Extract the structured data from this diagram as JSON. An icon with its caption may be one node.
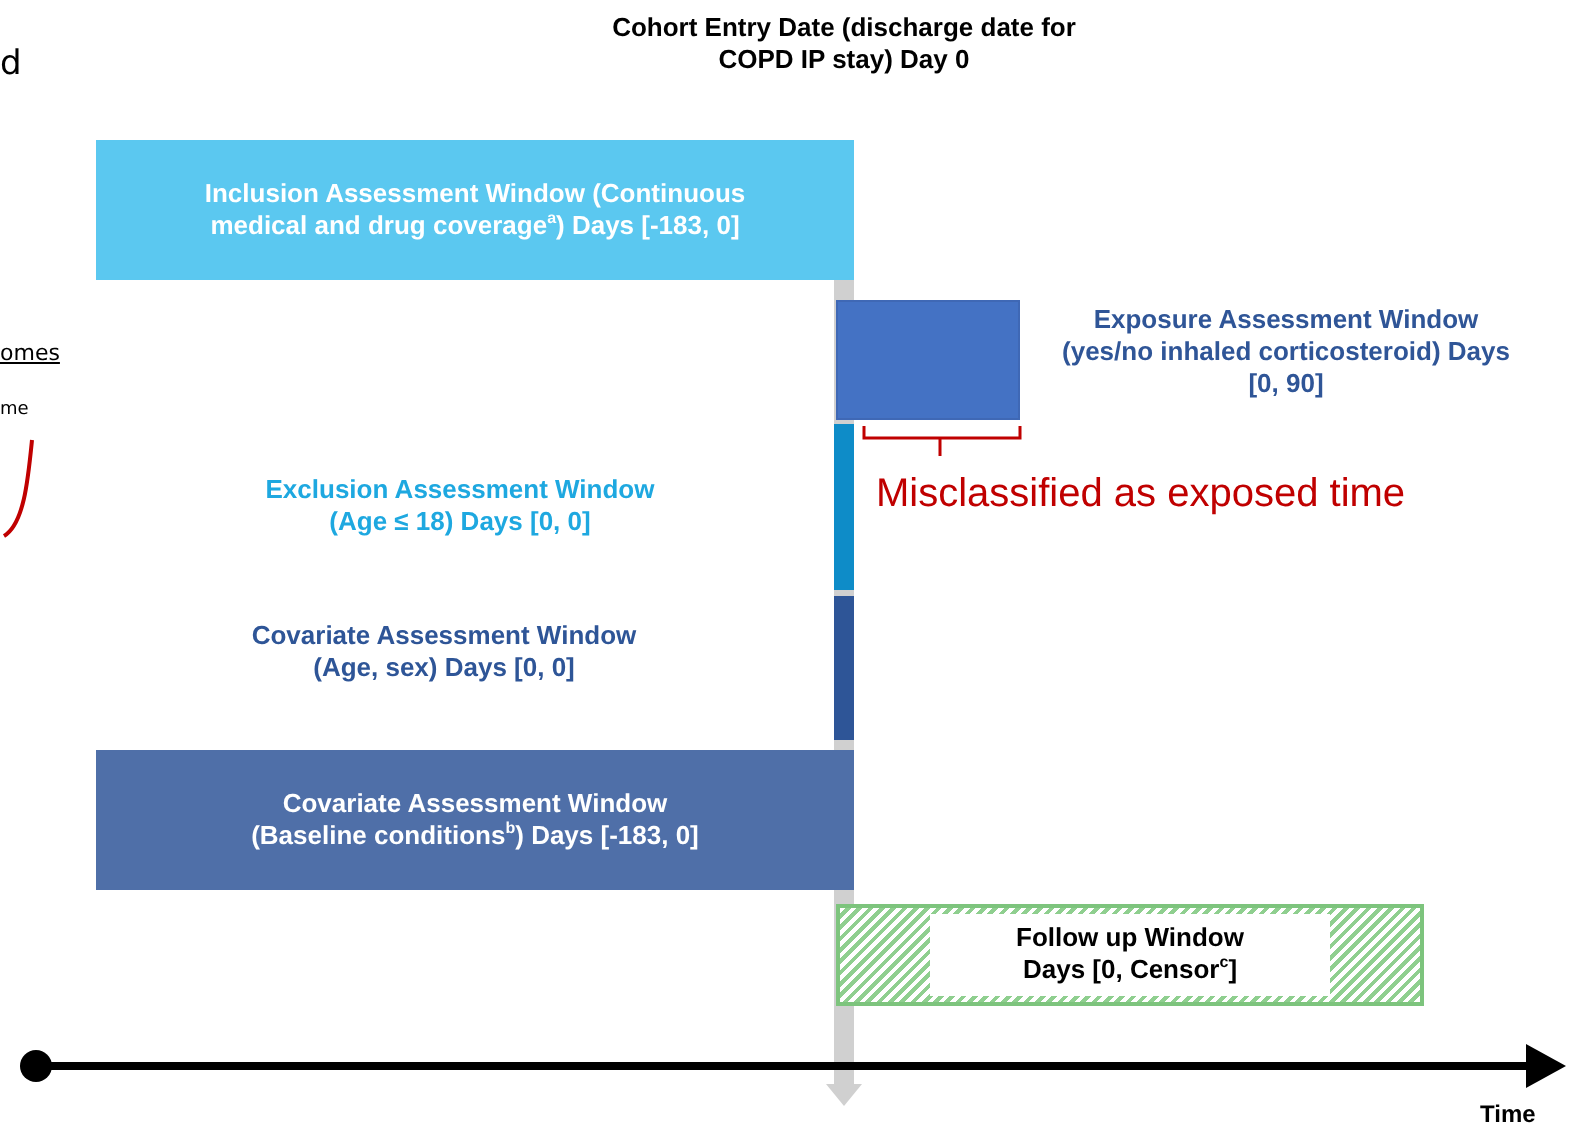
{
  "diagram": {
    "nodes": [
      {
        "text": [
          "Inclusion Assessment Window (Continuous medical and drug coverage$^{a}$) Days [-183, 0]"
        ]
      },
      {
        "text": [],
        "shape": "box",
        "beside": [
          "Exposure Assessment Window (yes/no inhaled corticosteroid) Days [0, 90]"
        ]
      },
      {
        "text": [],
        "shape": "bar"
      },
      {
        "text": [],
        "shape": "bar"
      },
      {
        "text": [
          "Covariate Assessment Window (Baseline conditions$^{b}$) Days [-183, 0]"
        ]
      },
      {
        "text": [
          "Follow up Window Days [0, Censor$^{c}$]"
        ]
      }
    ],
    "edges": [],
    "labels": [
      "d",
      "Cohort Entry Date (discharge date for COPD IP stay) Day 0",
      "omes",
      "me",
      "Misclassified as exposed time",
      "Exclusion Assessment Window (Age ≤ 18) Days [0, 0]",
      "Covariate Assessment Window (Age, sex) Days [0, 0]",
      "Time"
    ]
  }
}
